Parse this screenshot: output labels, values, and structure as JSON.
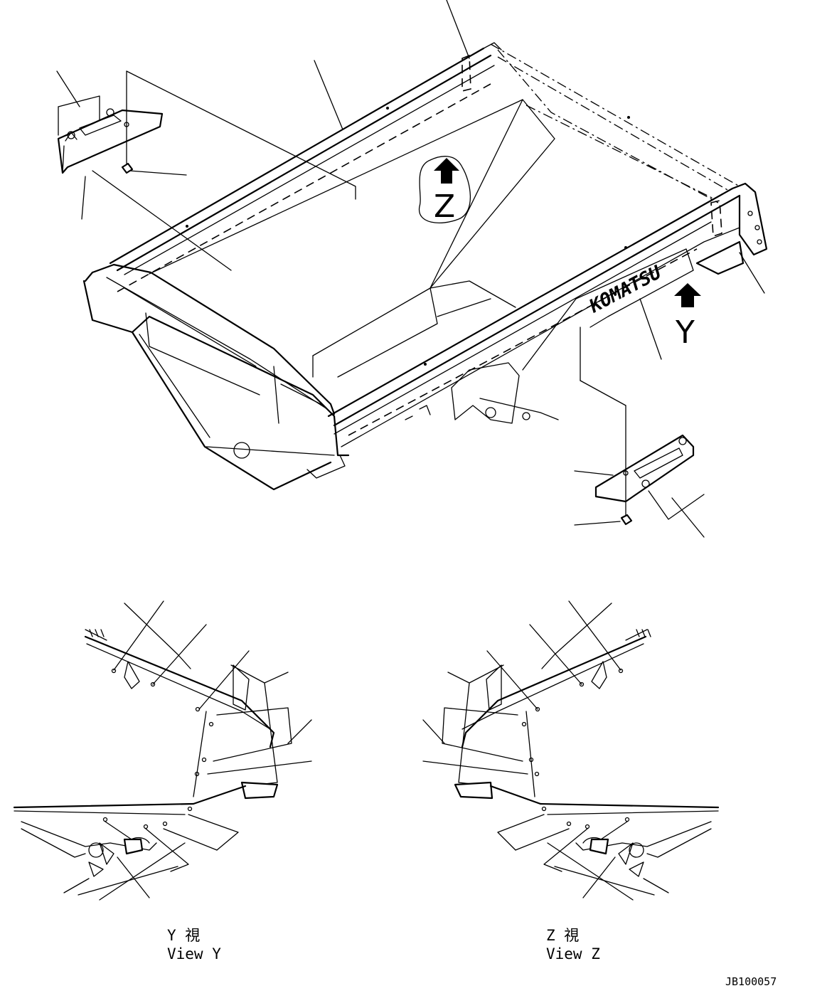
{
  "view_arrows": {
    "z_letter": "Z",
    "y_letter": "Y"
  },
  "brand": {
    "logo_text": "KOMATSU"
  },
  "views": {
    "view_y": {
      "jp": "Y 視",
      "en": "View Y"
    },
    "view_z": {
      "jp": "Z 視",
      "en": "View Z"
    }
  },
  "drawing_number": "JB100057"
}
